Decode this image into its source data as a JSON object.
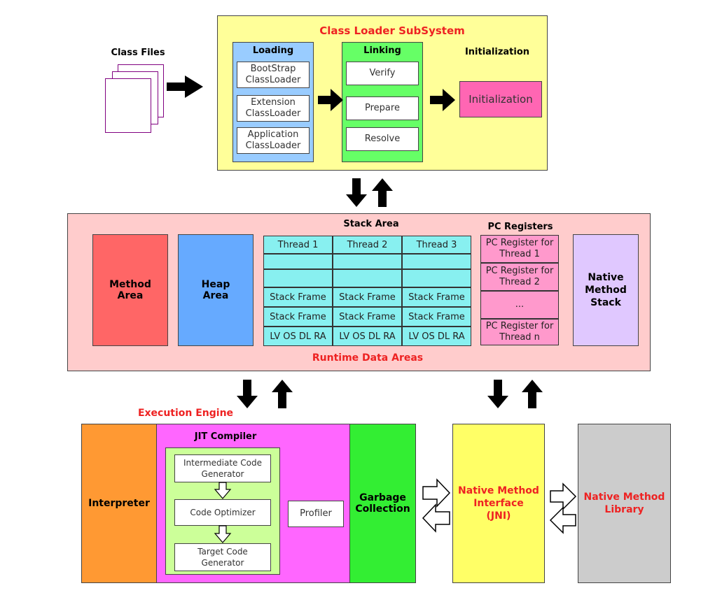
{
  "class_files": {
    "label": "Class Files"
  },
  "class_loader": {
    "title": "Class Loader SubSystem",
    "loading": {
      "title": "Loading",
      "items": [
        "BootStrap\nClassLoader",
        "Extension\nClassLoader",
        "Application\nClassLoader"
      ]
    },
    "linking": {
      "title": "Linking",
      "items": [
        "Verify",
        "Prepare",
        "Resolve"
      ]
    },
    "initialization": {
      "title": "Initialization",
      "box": "Initialization"
    }
  },
  "runtime": {
    "title": "Runtime Data Areas",
    "method_area": "Method\nArea",
    "heap_area": "Heap\nArea",
    "stack_area": {
      "title": "Stack Area",
      "columns": [
        {
          "thread": "Thread 1",
          "frame1": "Stack Frame",
          "frame2": "Stack Frame",
          "vars": "LV OS DL RA"
        },
        {
          "thread": "Thread 2",
          "frame1": "Stack Frame",
          "frame2": "Stack Frame",
          "vars": "LV OS DL RA"
        },
        {
          "thread": "Thread 3",
          "frame1": "Stack Frame",
          "frame2": "Stack Frame",
          "vars": "LV OS DL RA"
        }
      ]
    },
    "pc_registers": {
      "title": "PC Registers",
      "items": [
        "PC Register for\nThread 1",
        "PC Register for\nThread 2",
        "...",
        "PC Register for\nThread n"
      ]
    },
    "native_stack": "Native\nMethod\nStack"
  },
  "execution_engine": {
    "title": "Execution Engine",
    "interpreter": "Interpreter",
    "jit": {
      "title": "JIT Compiler",
      "steps": [
        "Intermediate Code\nGenerator",
        "Code Optimizer",
        "Target Code\nGenerator"
      ],
      "profiler": "Profiler"
    },
    "gc": "Garbage\nCollection"
  },
  "native_interface": "Native Method\nInterface\n(JNI)",
  "native_library": "Native Method\nLibrary",
  "colors": {
    "loader_bg": "#ffff99",
    "loading_bg": "#99ccff",
    "linking_bg": "#66ff66",
    "init_box": "#ff66b3",
    "runtime_bg": "#ffcccc",
    "method_area": "#ff6666",
    "heap_area": "#66aaff",
    "stack_cell": "#88f0f0",
    "pc_cell": "#ff99cc",
    "native_stack": "#e0c8ff",
    "interpreter": "#ff9933",
    "jit_bg": "#ff66ff",
    "jit_inner": "#ccff99",
    "gc": "#33ee33",
    "jni": "#ffff66",
    "library": "#cccccc",
    "title_red": "#ee2222"
  }
}
